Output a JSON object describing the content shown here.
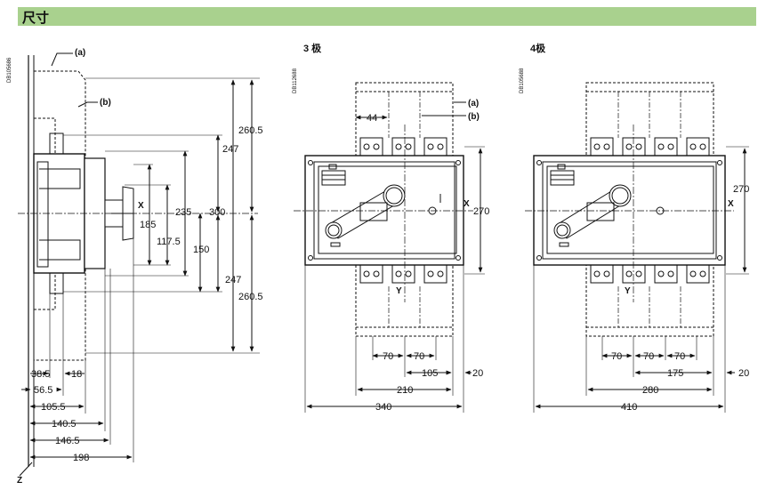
{
  "header": {
    "title": "尺寸"
  },
  "side_view": {
    "code": "DB105686",
    "ref_a": "(a)",
    "ref_b": "(b)",
    "axis_x": "X",
    "axis_z": "Z",
    "dims_vertical": [
      "260.5",
      "247",
      "300",
      "235",
      "185",
      "117.5",
      "150",
      "247",
      "260.5"
    ],
    "dims_horizontal": [
      "38.5",
      "18",
      "56.5",
      "105.5",
      "140.5",
      "146.5",
      "198"
    ]
  },
  "view_3p": {
    "title": "3 极",
    "code": "DB112688",
    "ref_a": "(a)",
    "ref_b": "(b)",
    "axis_x": "X",
    "axis_y": "Y",
    "dim_pitch_top": "44",
    "dim_height": "270",
    "dims_bottom": [
      "70",
      "70",
      "105",
      "20",
      "210",
      "340"
    ]
  },
  "view_4p": {
    "title": "4极",
    "code": "DB105688",
    "axis_x": "X",
    "axis_y": "Y",
    "dim_height": "270",
    "dims_bottom": [
      "70",
      "70",
      "70",
      "175",
      "20",
      "280",
      "410"
    ]
  }
}
